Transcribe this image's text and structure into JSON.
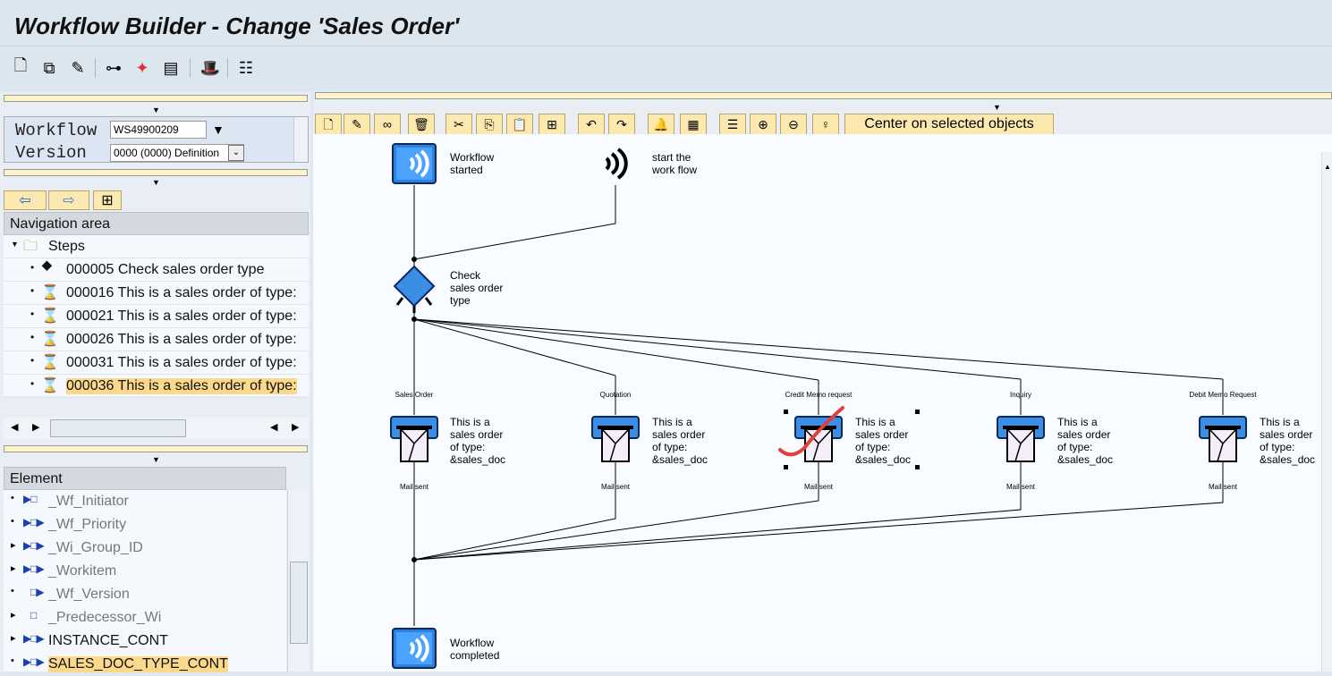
{
  "title": "Workflow Builder - Change 'Sales Order'",
  "toolbar": {
    "icons": [
      "new-icon",
      "copy-icon",
      "edit-icon",
      "structure-icon",
      "activate-icon",
      "display-icon",
      "hat-icon",
      "list-icon"
    ]
  },
  "header": {
    "workflow_label": "Workflow",
    "workflow_value": "WS49900209",
    "version_label": "Version",
    "version_value": "0000 (0000) Definition"
  },
  "navigation": {
    "title": "Navigation area",
    "root": "Steps",
    "items": [
      {
        "label": "000005 Check sales order type",
        "icon": "condition-icon"
      },
      {
        "label": "000016 This is a sales order of type:",
        "icon": "mail-step-icon"
      },
      {
        "label": "000021 This is a sales order of type:",
        "icon": "mail-step-icon"
      },
      {
        "label": "000026 This is a sales order of type:",
        "icon": "mail-step-icon"
      },
      {
        "label": "000031 This is a sales order of type:",
        "icon": "mail-step-icon"
      },
      {
        "label": "000036 This is a sales order of type:",
        "icon": "mail-step-icon",
        "selected": true
      }
    ]
  },
  "elements": {
    "title": "Element",
    "items": [
      {
        "label": "_Wf_Initiator",
        "icon": "▶□"
      },
      {
        "label": "_Wf_Priority",
        "icon": "▶□▶"
      },
      {
        "label": "_Wi_Group_ID",
        "icon": "▶□▶"
      },
      {
        "label": "_Workitem",
        "icon": "▶□▶"
      },
      {
        "label": "_Wf_Version",
        "icon": "□▶"
      },
      {
        "label": "_Predecessor_Wi",
        "icon": "□"
      },
      {
        "label": "INSTANCE_CONT",
        "icon": "▶□▶"
      },
      {
        "label": "SALES_DOC_TYPE_CONT",
        "icon": "▶□▶",
        "selected": true
      }
    ]
  },
  "diagram_toolbar": {
    "center_button": "Center on selected objects"
  },
  "diagram": {
    "start": [
      "Workflow",
      "started"
    ],
    "event": [
      "start the",
      "work flow"
    ],
    "condition": [
      "Check",
      "sales order",
      "type"
    ],
    "branches": [
      {
        "label": "Sales Order",
        "step": [
          "This is a",
          "sales order",
          "of type:",
          "&sales_doc"
        ],
        "outcome": "Mail sent"
      },
      {
        "label": "Quotation",
        "step": [
          "This is a",
          "sales order",
          "of type:",
          "&sales_doc"
        ],
        "outcome": "Mail sent"
      },
      {
        "label": "Credit Memo request",
        "step": [
          "This is a",
          "sales order",
          "of type:",
          "&sales_doc"
        ],
        "outcome": "Mail sent",
        "selected": true
      },
      {
        "label": "Inquiry",
        "step": [
          "This is a",
          "sales order",
          "of type:",
          "&sales_doc"
        ],
        "outcome": "Mail sent"
      },
      {
        "label": "Debit Memo Request",
        "step": [
          "This is a",
          "sales order",
          "of type:",
          "&sales_doc"
        ],
        "outcome": "Mail sent"
      }
    ],
    "end": [
      "Workflow",
      "completed"
    ]
  },
  "colors": {
    "selection": "#fcd98a",
    "icon_blue": "#3a8ee6",
    "annotation": "#e0403a"
  }
}
